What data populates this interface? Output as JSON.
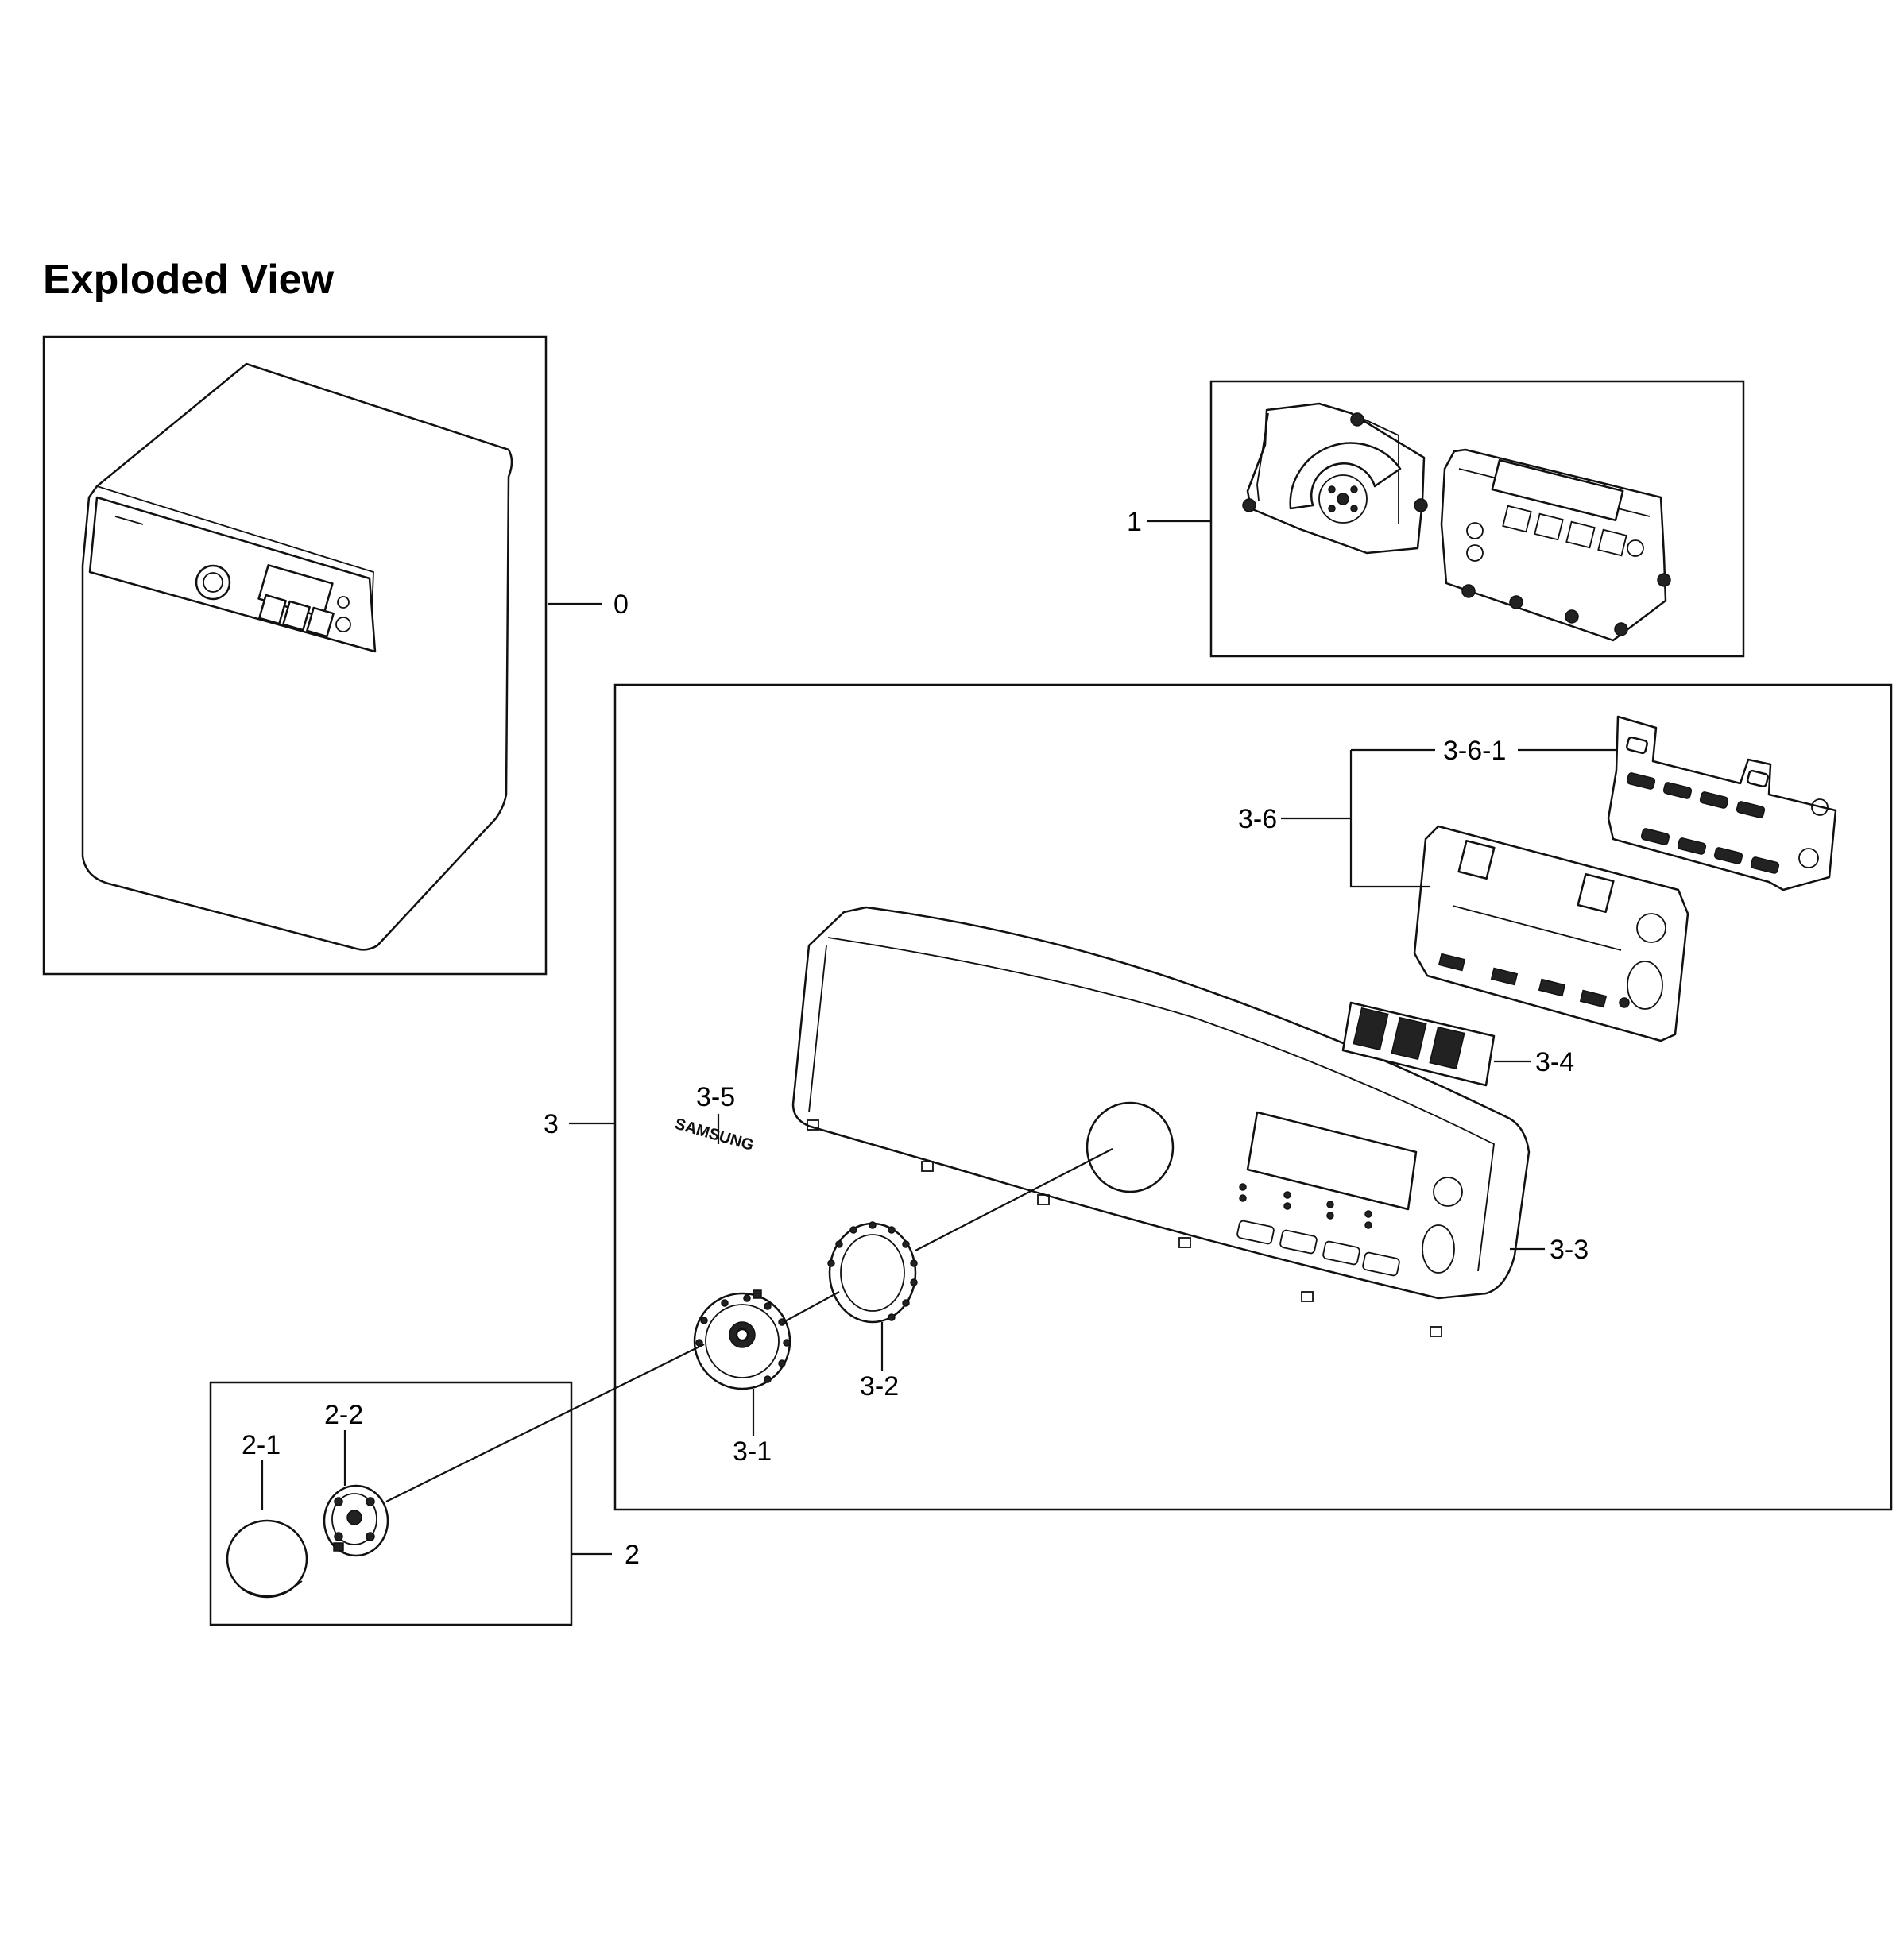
{
  "title": "Exploded View",
  "brand_mark": "SAMSUNG",
  "part_labels": {
    "p0": "0",
    "p1": "1",
    "p2": "2",
    "p2_1": "2-1",
    "p2_2": "2-2",
    "p3": "3",
    "p3_1": "3-1",
    "p3_2": "3-2",
    "p3_3": "3-3",
    "p3_4": "3-4",
    "p3_5": "3-5",
    "p3_6": "3-6",
    "p3_6_1": "3-6-1"
  }
}
